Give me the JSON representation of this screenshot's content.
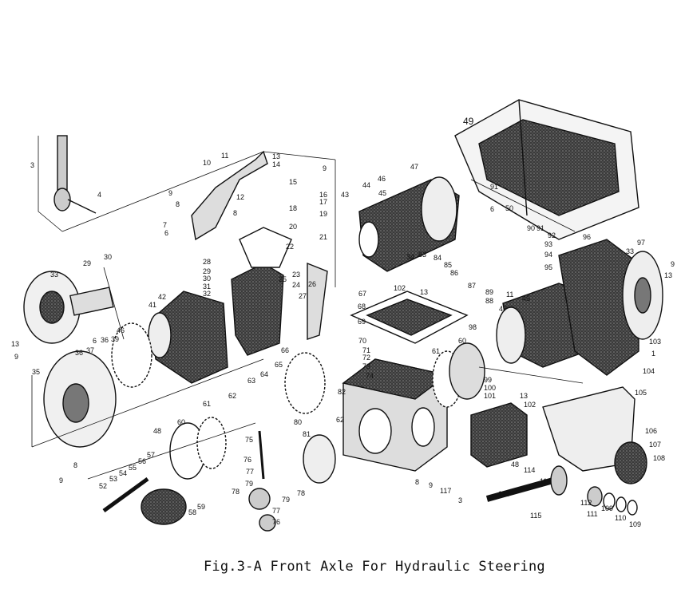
{
  "caption": "Fig.3-A Front Axle For Hydraulic Steering",
  "callouts": [
    "49",
    "3",
    "10",
    "11",
    "13",
    "14",
    "9",
    "9",
    "8",
    "12",
    "8",
    "15",
    "16",
    "17",
    "18",
    "19",
    "20",
    "21",
    "22",
    "7",
    "6",
    "4",
    "46",
    "45",
    "47",
    "43",
    "44",
    "91",
    "6",
    "50",
    "90",
    "91",
    "92",
    "93",
    "94",
    "95",
    "96",
    "97",
    "33",
    "9",
    "13",
    "29",
    "30",
    "33",
    "28",
    "29",
    "30",
    "31",
    "32",
    "23",
    "24",
    "25",
    "26",
    "27",
    "34",
    "83",
    "84",
    "85",
    "86",
    "87",
    "88",
    "89",
    "11",
    "45",
    "47",
    "102",
    "13",
    "67",
    "68",
    "69",
    "70",
    "71",
    "72",
    "73",
    "74",
    "98",
    "61",
    "60",
    "103",
    "1",
    "104",
    "99",
    "100",
    "101",
    "13",
    "102",
    "105",
    "106",
    "107",
    "108",
    "41",
    "42",
    "46",
    "39",
    "36",
    "6",
    "37",
    "36",
    "35",
    "13",
    "9",
    "66",
    "65",
    "64",
    "63",
    "80",
    "82",
    "62",
    "62",
    "61",
    "60",
    "48",
    "75",
    "81",
    "76",
    "77",
    "79",
    "78",
    "79",
    "78",
    "77",
    "76",
    "57",
    "56",
    "55",
    "54",
    "53",
    "52",
    "58",
    "59",
    "9",
    "8",
    "8",
    "9",
    "117",
    "3",
    "48",
    "114",
    "113",
    "116",
    "115",
    "112",
    "111",
    "109",
    "110",
    "109"
  ]
}
